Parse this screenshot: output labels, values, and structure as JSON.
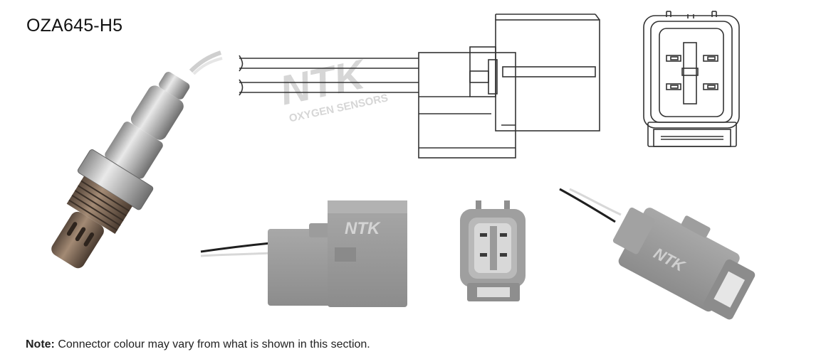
{
  "part_number": "OZA645-H5",
  "note": {
    "label": "Note:",
    "text": "Connector colour may vary from what is shown in this section."
  },
  "brand": {
    "logo": "NTK",
    "tagline": "OXYGEN SENSORS"
  },
  "colors": {
    "line_art": "#333333",
    "connector_grey": "#9a9a9a",
    "watermark": "#d6d6d6"
  },
  "icons": [
    "oxygen-sensor-photo",
    "connector-side-drawing",
    "connector-face-drawing",
    "connector-side-photo",
    "connector-face-photo",
    "connector-angled-photo"
  ]
}
